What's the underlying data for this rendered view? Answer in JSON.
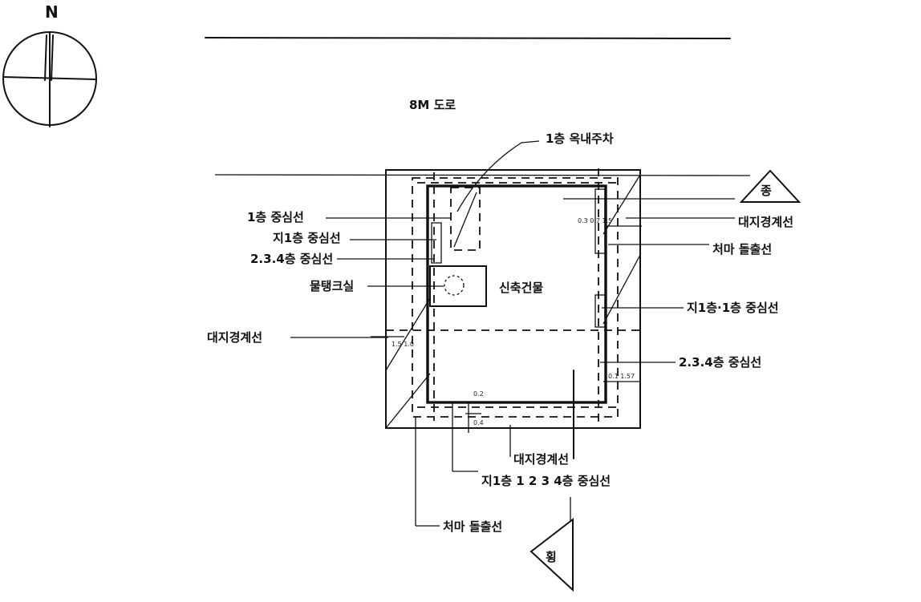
{
  "north": "N",
  "road": "8M 도로",
  "markers": {
    "right": "종",
    "bottom": "횡"
  },
  "labels": {
    "parking": "1층 옥내주차",
    "floor1_center": "1층 중심선",
    "basement_center": "지1층 중심선",
    "floors234_center": "2.3.4층 중심선",
    "water_tank": "물탱크실",
    "new_building": "신축건물",
    "boundary_left": "대지경계선",
    "boundary_right": "대지경계선",
    "eaves_right": "처마 돌출선",
    "basement1_center": "지1층·1층 중심선",
    "floors234_center_right": "2.3.4층 중심선",
    "boundary_bottom": "대지경계선",
    "basement1234_center": "지1층 1 2 3 4층 중심선",
    "eaves_bottom": "처마 돌출선"
  },
  "dims": {
    "top_right": "0.3 0.7 1.5",
    "left": "1.5 1.0",
    "right_lower": "0.1 1.57",
    "bottom_a": "0.2",
    "bottom_b": "0.4"
  }
}
